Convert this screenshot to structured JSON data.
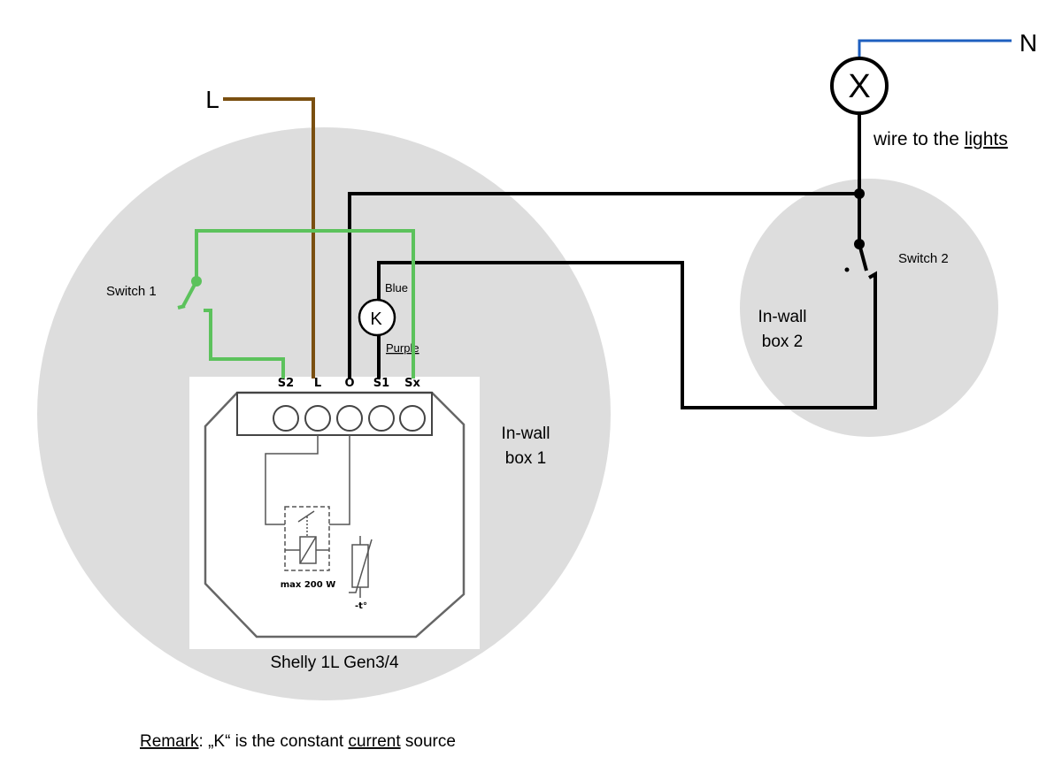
{
  "labels": {
    "line": "L",
    "neutral": "N",
    "lamp_symbol": "X",
    "lights_wire": "wire to the lights",
    "switch1": "Switch 1",
    "switch2": "Switch 2",
    "box1_line1": "In-wall",
    "box1_line2": "box 1",
    "box2_line1": "In-wall",
    "box2_line2": "box 2",
    "blue": "Blue",
    "purple": "Purple",
    "k_symbol": "K",
    "device_name": "Shelly 1L Gen3/4",
    "max_power": "max 200 W",
    "temp": "-t°",
    "remark_word": "Remark",
    "remark_mid": ": „K“ is the constant ",
    "remark_current": "current",
    "remark_end": " source"
  },
  "terminals": [
    "S2",
    "L",
    "O",
    "S1",
    "Sx"
  ],
  "colors": {
    "line_wire": "#7a4f10",
    "neutral_wire": "#1e5fbf",
    "switch_wire": "#5cc25c",
    "black_wire": "#000000",
    "box_fill": "#dddddd",
    "device_fill": "#ffffff"
  }
}
